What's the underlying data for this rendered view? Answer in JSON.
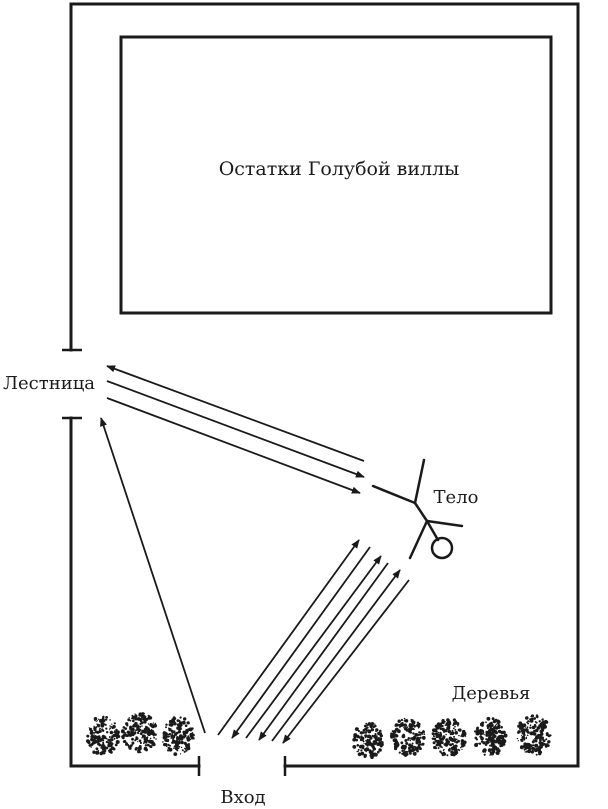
{
  "labels": {
    "villa": "Остатки Голубой виллы",
    "stairs": "Лестница",
    "body": "Тело",
    "trees": "Деревья",
    "entrance": "Вход"
  },
  "colors": {
    "ink": "#1a1a1a",
    "background": "#ffffff"
  }
}
